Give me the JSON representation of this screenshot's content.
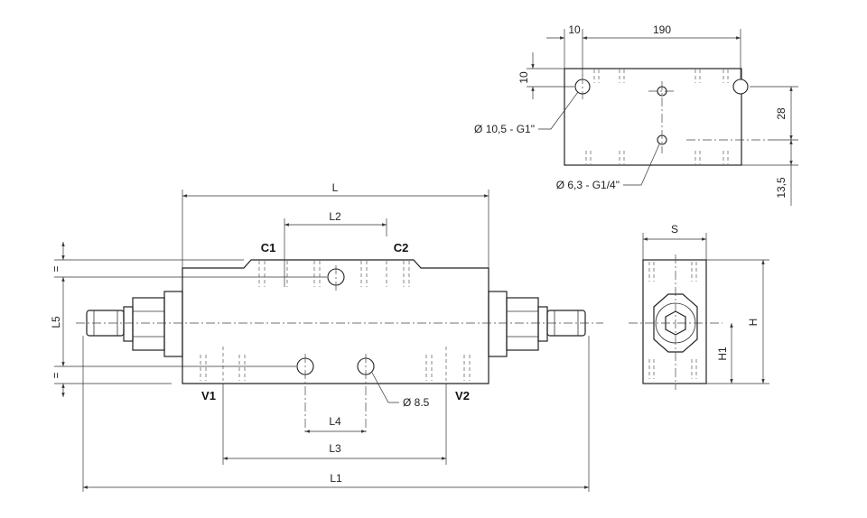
{
  "ports": {
    "c1": "C1",
    "c2": "C2",
    "v1": "V1",
    "v2": "V2"
  },
  "dimensions": {
    "l": "L",
    "l1": "L1",
    "l2": "L2",
    "l3": "L3",
    "l4": "L4",
    "l5": "L5",
    "h": "H",
    "h1": "H1",
    "s": "S",
    "eq_top": "=",
    "eq_bottom": "=",
    "d10_top": "10",
    "d190": "190",
    "d10_left": "10",
    "d28": "28",
    "d13_5": "13,5"
  },
  "callouts": {
    "hole_small": "Ø 8.5",
    "hole_large": "Ø 10,5 - G1\"",
    "hole_pilot": "Ø 6,3 - G1/4\""
  }
}
